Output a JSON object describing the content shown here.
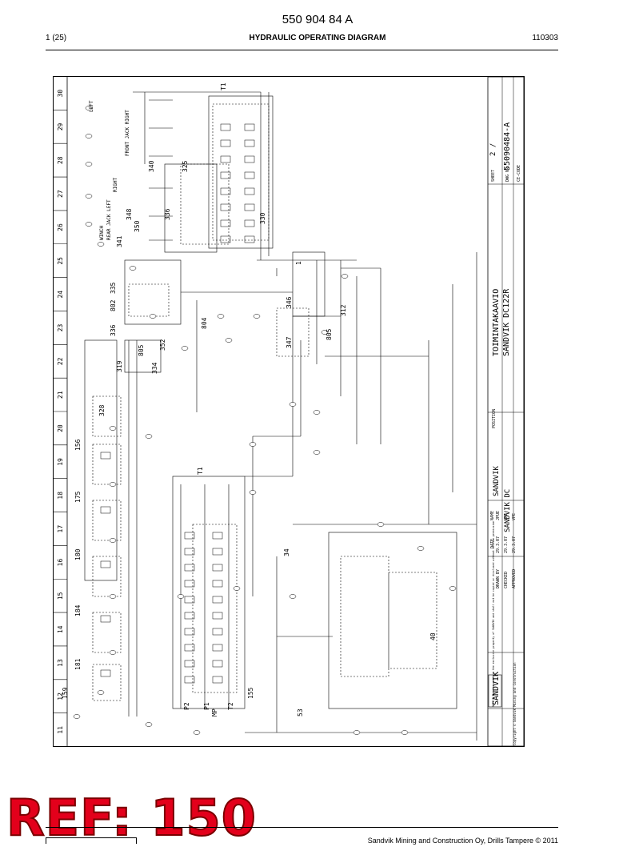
{
  "header": {
    "doc_number": "550 904 84 A",
    "page": "1 (25)",
    "title": "HYDRAULIC OPERATING DIAGRAM",
    "date": "110303"
  },
  "drawing": {
    "columns": [
      "11",
      "12",
      "13",
      "14",
      "15",
      "16",
      "17",
      "18",
      "19",
      "20",
      "21",
      "22",
      "23",
      "24",
      "25",
      "26",
      "27",
      "28",
      "29",
      "30"
    ],
    "labels": {
      "front_jack_right": "FRONT JACK RIGHT",
      "front_jack_left": "LEFT",
      "rear_jack_right": "RIGHT",
      "rear_jack_left": "REAR JACK LEFT",
      "winch": "WINCH"
    },
    "component_numbers": {
      "c340": "340",
      "c350": "350",
      "c336a": "336",
      "c336b": "336",
      "c335": "335",
      "c802": "802",
      "c325": "325",
      "c330": "330",
      "c341": "341",
      "c348": "348",
      "c804": "804",
      "c352": "352",
      "c805a": "805",
      "c805b": "805",
      "c334": "334",
      "c346": "346",
      "c347": "347",
      "c312": "312",
      "c319": "319",
      "c328": "328",
      "c156": "156",
      "c175": "175",
      "c180": "180",
      "c184": "184",
      "c181": "181",
      "c159": "159",
      "c155": "155",
      "c34": "34",
      "c40": "40",
      "c53": "53",
      "c1": "1",
      "t1_top": "T1",
      "t1_mid": "T1",
      "p1": "P1",
      "p2": "P2",
      "t2": "T2",
      "mp": "MP"
    },
    "title_block": {
      "title_fi": "TOIMINTAKAAVIO",
      "machine": "SANDVIK DC122R",
      "sheet_label": "SHEET",
      "sheet_value": "2 /",
      "dwg_label": "DWG NR",
      "dwg_value": "55090484-A",
      "ce_code": "CE-CODE",
      "position": "POSITION",
      "company": "SANDVIK",
      "company2": "SANDVIK DC",
      "date_col": "DATE",
      "name_col": "NAME",
      "drawn_by": "DRAWN BY",
      "checked": "CHECKED",
      "approved": "APPROVED",
      "drawn_date": "29.3.07",
      "checked_date": "29.3.07",
      "approved_date": "29.3.07",
      "drawn_name": "JPUE",
      "checked_name": "VPE",
      "approved_name": "VPE",
      "logo": "SANDVIK",
      "copyright": "Copyright © Sandvik Mining and Construction",
      "notice": "NOTICE This document is the exclusive property of SANDVIK and shall not be copied or disclosed without written permission"
    }
  },
  "stamp": {
    "ref": "REF: 150"
  },
  "footer": {
    "text": "Sandvik Mining and Construction Oy, Drills Tampere © 2011"
  }
}
